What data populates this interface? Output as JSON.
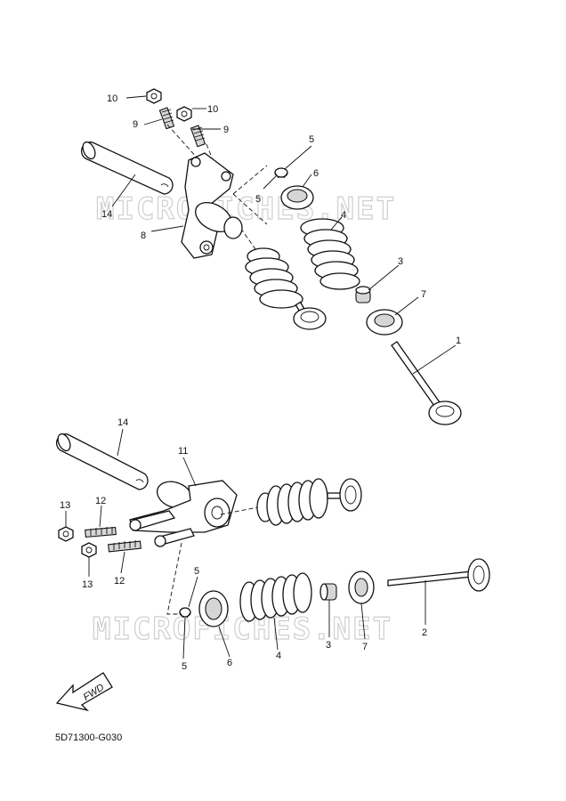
{
  "watermark": "MICROFICHES.NET",
  "diagram_code": "5D71300-G030",
  "fwd_label": "FWD",
  "callouts": {
    "intake_side": {
      "p1": "1",
      "p3": "3",
      "p4": "4",
      "p5a": "5",
      "p5b": "5",
      "p6": "6",
      "p7": "7",
      "p8": "8",
      "p9a": "9",
      "p9b": "9",
      "p10a": "10",
      "p10b": "10",
      "p14": "14"
    },
    "exhaust_side": {
      "p2": "2",
      "p3": "3",
      "p4": "4",
      "p5a": "5",
      "p5b": "5",
      "p6": "6",
      "p7": "7",
      "p11": "11",
      "p12a": "12",
      "p12b": "12",
      "p13a": "13",
      "p13b": "13",
      "p14": "14"
    }
  }
}
